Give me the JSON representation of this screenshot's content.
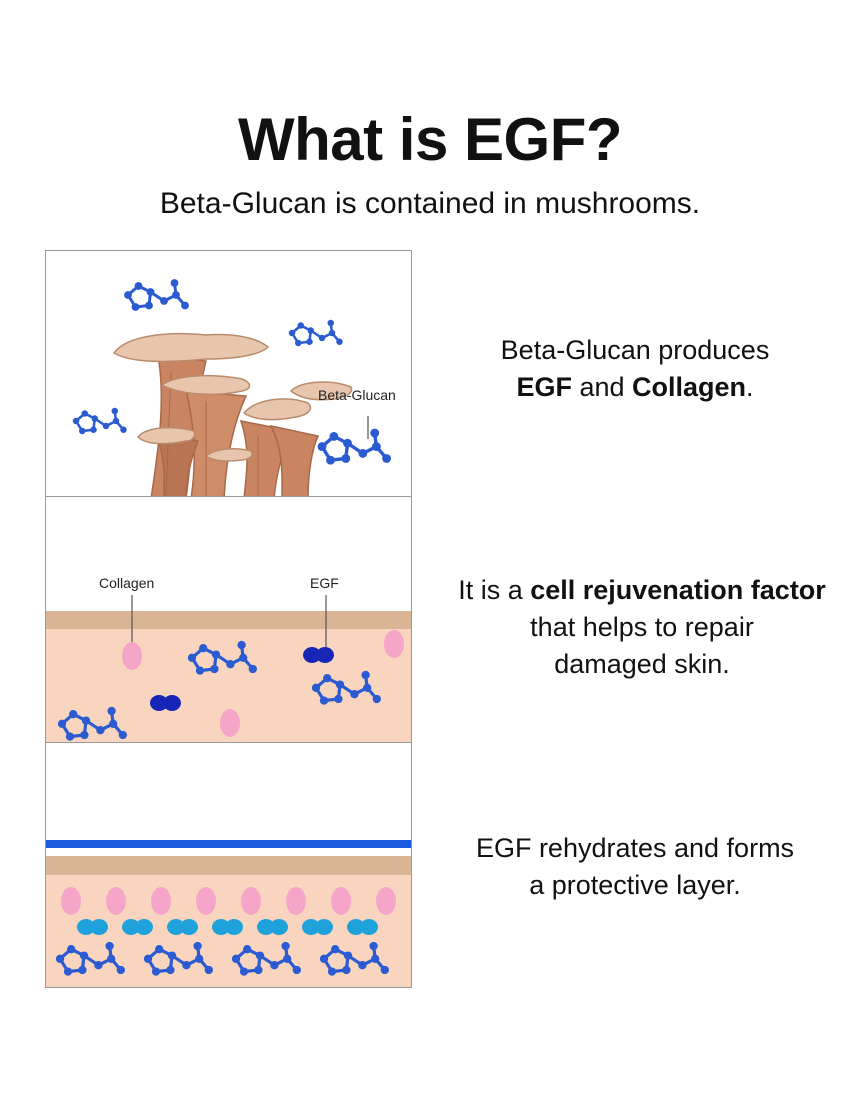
{
  "header": {
    "title": "What is EGF?",
    "subtitle": "Beta-Glucan is contained in mushrooms."
  },
  "panels": [
    {
      "labels": {
        "beta_glucan": "Beta-Glucan"
      },
      "caption": {
        "line1": "Beta-Glucan produces",
        "line2_bold1": "EGF",
        "line2_mid": " and ",
        "line2_bold2": "Collagen",
        "line2_end": "."
      }
    },
    {
      "labels": {
        "collagen": "Collagen",
        "egf": "EGF"
      },
      "caption": {
        "line1_pre": "It is a ",
        "line1_bold": "cell rejuvenation factor",
        "line2": "that helps to repair",
        "line3": "damaged skin."
      }
    },
    {
      "caption": {
        "line1": "EGF rehydrates and forms",
        "line2": "a protective layer."
      }
    }
  ],
  "colors": {
    "skin_top": "#d9b595",
    "skin_body": "#f9d5bf",
    "collagen_pink": "#f5a6c8",
    "egf_navy": "#1826b8",
    "egf_cyan": "#1fa2dc",
    "molecule_blue": "#2a5bd0",
    "protective_blue": "#1a5be0",
    "mushroom_cap": "#e8c6ad",
    "mushroom_stem": "#c98562"
  }
}
